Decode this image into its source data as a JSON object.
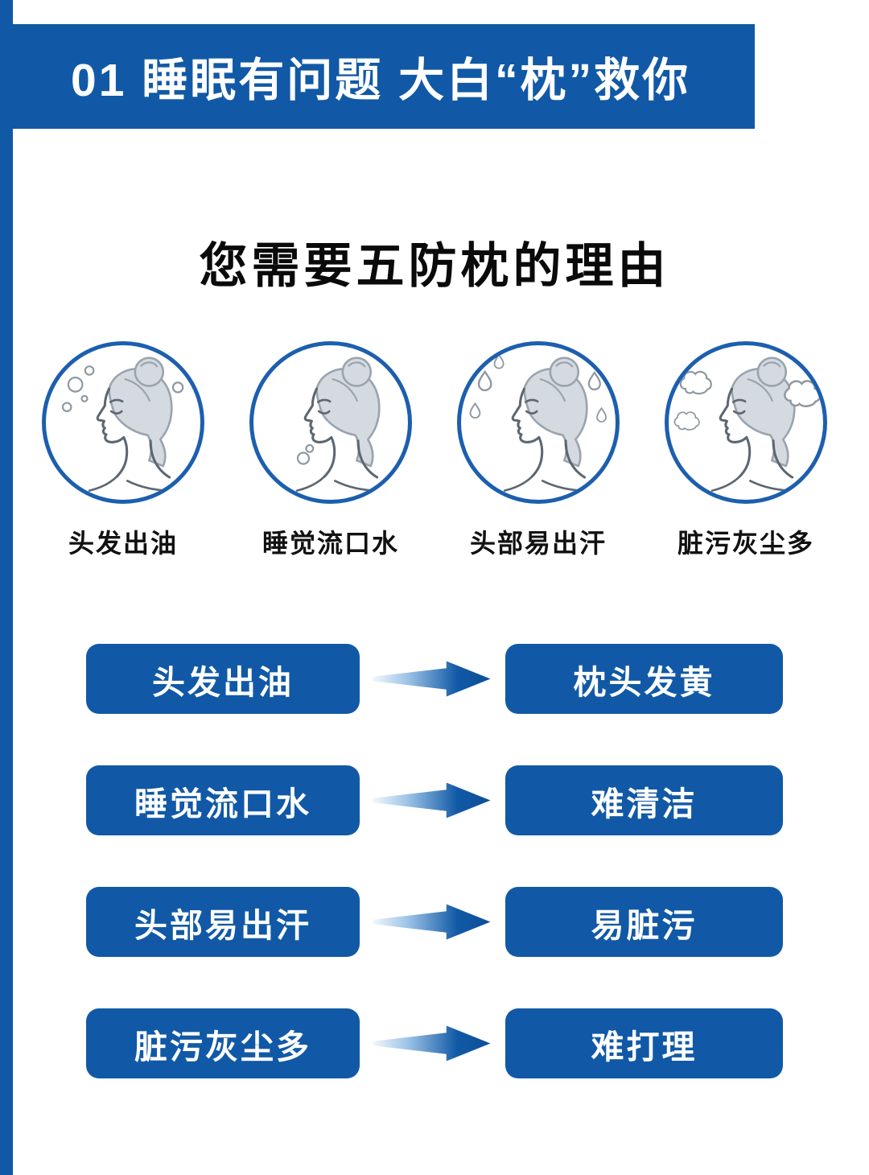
{
  "colors": {
    "primary_blue": "#1159a6",
    "text_dark": "#111111",
    "pill_text": "#ffffff"
  },
  "header": {
    "title": "01 睡眠有问题 大白“枕”救你"
  },
  "section": {
    "title": "您需要五防枕的理由"
  },
  "figures": [
    {
      "label": "头发出油",
      "icon": "woman-profile-oily-hair-icon"
    },
    {
      "label": "睡觉流口水",
      "icon": "woman-profile-drool-icon"
    },
    {
      "label": "头部易出汗",
      "icon": "woman-profile-sweat-icon"
    },
    {
      "label": "脏污灰尘多",
      "icon": "woman-profile-dust-icon"
    }
  ],
  "cause_effect_rows": [
    {
      "cause": "头发出油",
      "effect": "枕头发黄"
    },
    {
      "cause": "睡觉流口水",
      "effect": "难清洁"
    },
    {
      "cause": "头部易出汗",
      "effect": "易脏污"
    },
    {
      "cause": "脏污灰尘多",
      "effect": "难打理"
    }
  ]
}
